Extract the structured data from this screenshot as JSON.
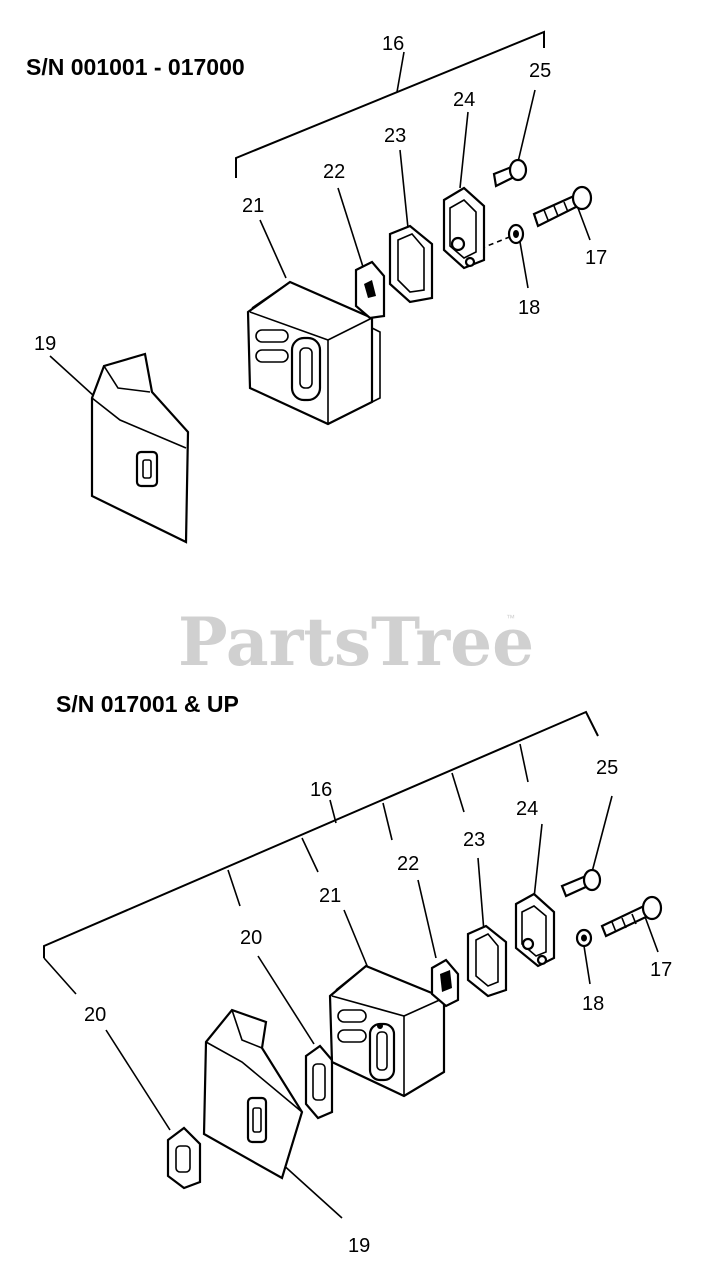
{
  "diagram": {
    "sections": [
      {
        "serial": "S/N 001001 - 017000",
        "labels": {
          "p16": "16",
          "p25": "25",
          "p24": "24",
          "p23": "23",
          "p22": "22",
          "p21": "21",
          "p17": "17",
          "p18": "18",
          "p19": "19"
        }
      },
      {
        "serial": "S/N 017001 & UP",
        "labels": {
          "p25": "25",
          "p16": "16",
          "p24": "24",
          "p23": "23",
          "p22": "22",
          "p21": "21",
          "p20a": "20",
          "p20b": "20",
          "p17": "17",
          "p18": "18",
          "p19": "19"
        }
      }
    ],
    "watermark": {
      "text": "PartsTree",
      "mark": "™"
    }
  }
}
